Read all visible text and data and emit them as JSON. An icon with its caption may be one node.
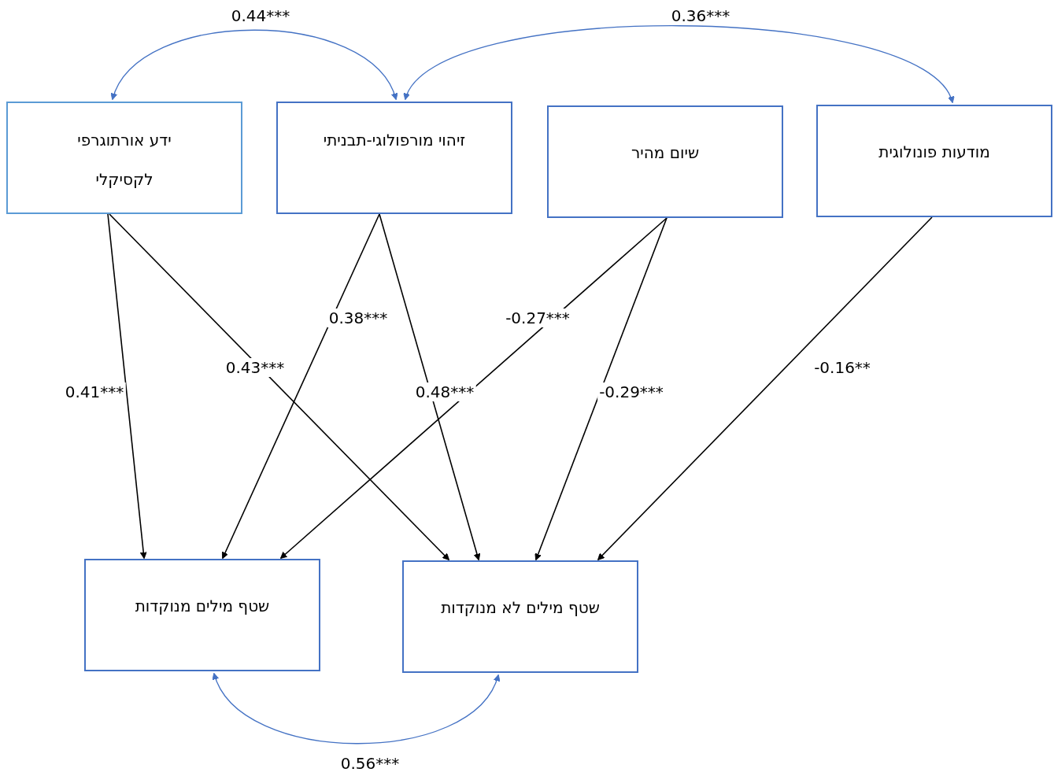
{
  "diagram": {
    "nodes": [
      {
        "text": [
          "ידע אורתוגרפי לקסיקלי"
        ]
      },
      {
        "text": [
          "זיהוי מורפולוגי-תבניתי"
        ]
      },
      {
        "text": [
          "שיום מהיר"
        ]
      },
      {
        "text": [
          "מודעות פונולוגית"
        ]
      },
      {
        "text": [
          "שטף מילים מנוקדות"
        ]
      },
      {
        "text": [
          "שטף מילים לא מנוקדות"
        ]
      }
    ],
    "edges": [
      {
        "from": 0,
        "to": 1,
        "arrow": "both",
        "label": "0.44***",
        "color": "#4472c4"
      },
      {
        "from": 1,
        "to": 3,
        "arrow": "both",
        "label": "0.36***",
        "color": "#4472c4"
      },
      {
        "from": 0,
        "to": 4,
        "arrow": "to",
        "label": "0.41***"
      },
      {
        "from": 0,
        "to": 5,
        "arrow": "to",
        "label": "0.43***"
      },
      {
        "from": 1,
        "to": 4,
        "arrow": "to",
        "label": "0.38***"
      },
      {
        "from": 1,
        "to": 5,
        "arrow": "to",
        "label": "0.48***"
      },
      {
        "from": 2,
        "to": 4,
        "arrow": "to",
        "label": "-0.27***"
      },
      {
        "from": 2,
        "to": 5,
        "arrow": "to",
        "label": "-0.29***"
      },
      {
        "from": 3,
        "to": 5,
        "arrow": "to",
        "label": "-0.16**"
      },
      {
        "from": 4,
        "to": 5,
        "arrow": "both",
        "label": "0.56***",
        "color": "#4472c4"
      }
    ]
  }
}
